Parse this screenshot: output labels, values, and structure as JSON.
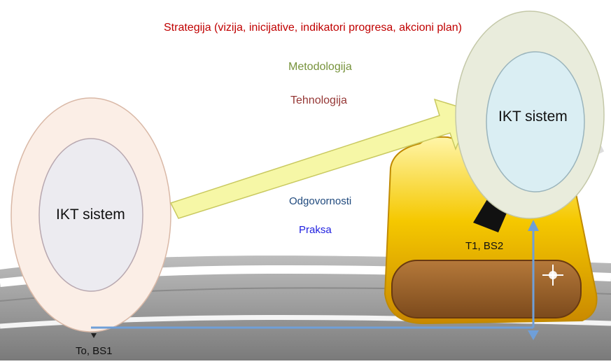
{
  "labels": {
    "strategy": "Strategija (vizija, inicijative, indikatori progresa, akcioni plan)",
    "methodology": "Metodologija",
    "technology": "Tehnologija",
    "responsibilities": "Odgovornosti",
    "practice": "Praksa",
    "system_left": "IKT sistem",
    "system_right": "IKT sistem",
    "state_t1": "T1, BS2",
    "state_t0": "To, BS1"
  },
  "colors": {
    "strategy": "#c00000",
    "methodology": "#77933c",
    "technology": "#953735",
    "responsibilities": "#1f497d",
    "practice": "#2020e0",
    "left_outer": "#fbeee6",
    "left_inner": "#ecebf0",
    "right_outer": "#e9ecdc",
    "right_inner": "#daeef3",
    "arrow_fill": "#f6f7a6",
    "timeline": "#6f9fd8",
    "road": "#9b9b9b",
    "bag": "#f2c200"
  },
  "icons": {
    "background": "road-graphic",
    "decoration": "golden-bag-icon"
  }
}
